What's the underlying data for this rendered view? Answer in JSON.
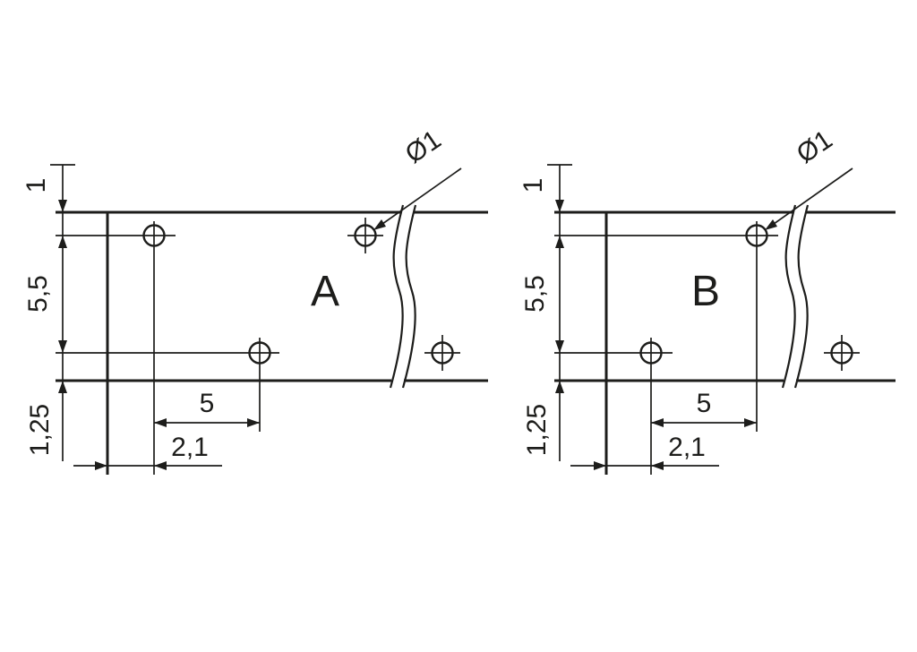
{
  "figure_a": {
    "variant_label": "A",
    "hole_diameter_label": "Ø1",
    "dim_top_edge_to_row1": "1",
    "dim_row_spacing": "5,5",
    "dim_row2_to_bottom": "1,25",
    "dim_hole_pitch": "5",
    "dim_edge_to_first_hole": "2,1"
  },
  "figure_b": {
    "variant_label": "B",
    "hole_diameter_label": "Ø1",
    "dim_top_edge_to_row1": "1",
    "dim_row_spacing": "5,5",
    "dim_row2_to_bottom": "1,25",
    "dim_hole_pitch": "5",
    "dim_edge_to_first_hole": "2,1"
  }
}
